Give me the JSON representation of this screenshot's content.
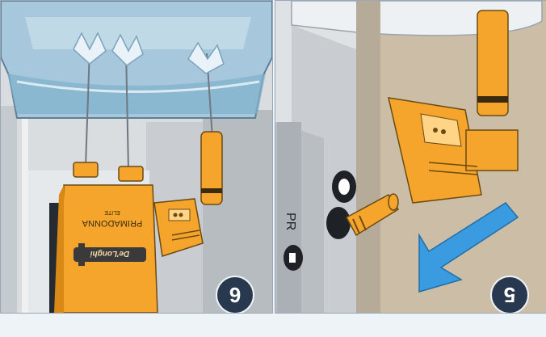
{
  "steps": [
    {
      "number": "6",
      "device_brand": "De'Longhi",
      "device_model": "PRIMADONNA",
      "device_edition": "ELITE"
    },
    {
      "number": "5",
      "partial_label": "PR"
    }
  ],
  "colors": {
    "frame": "#eef3f8",
    "badge": "#27384f",
    "orange": "#f6a52c",
    "arrow": "#3b9be0",
    "wall": "#cbbda6",
    "tank_glass": "#9cc3d9"
  },
  "icons": [
    "water-drops-icon",
    "arrow-left-icon",
    "valve-icon"
  ]
}
